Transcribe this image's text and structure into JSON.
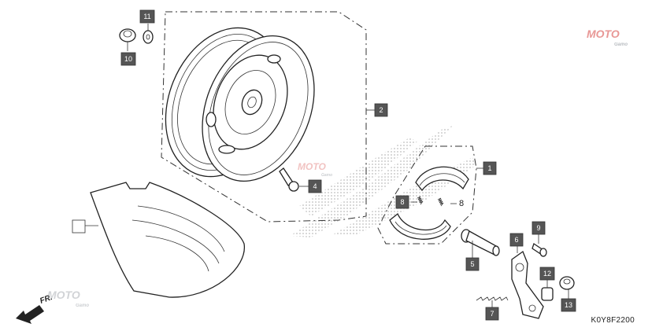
{
  "diagram_code": "K0Y8F2200",
  "direction_arrow": "FR.",
  "watermark": {
    "brand": "MOTO",
    "tagline": "Gamo"
  },
  "parts": [
    {
      "id": "p1",
      "label": "1"
    },
    {
      "id": "p2",
      "label": "2"
    },
    {
      "id": "p3",
      "label": ""
    },
    {
      "id": "p4",
      "label": "4"
    },
    {
      "id": "p5",
      "label": "5"
    },
    {
      "id": "p6",
      "label": "6"
    },
    {
      "id": "p7",
      "label": "7"
    },
    {
      "id": "p8a",
      "label": "8"
    },
    {
      "id": "p8b",
      "label": "8"
    },
    {
      "id": "p9",
      "label": "9"
    },
    {
      "id": "p10",
      "label": "10"
    },
    {
      "id": "p11",
      "label": "11"
    },
    {
      "id": "p12",
      "label": "12"
    },
    {
      "id": "p13",
      "label": "13"
    }
  ],
  "colors": {
    "label_fill": "#555555",
    "line": "#222222",
    "halftone": "#c8c8c8",
    "watermark_red": "#d9534f",
    "watermark_grey": "#9aa0a6"
  }
}
